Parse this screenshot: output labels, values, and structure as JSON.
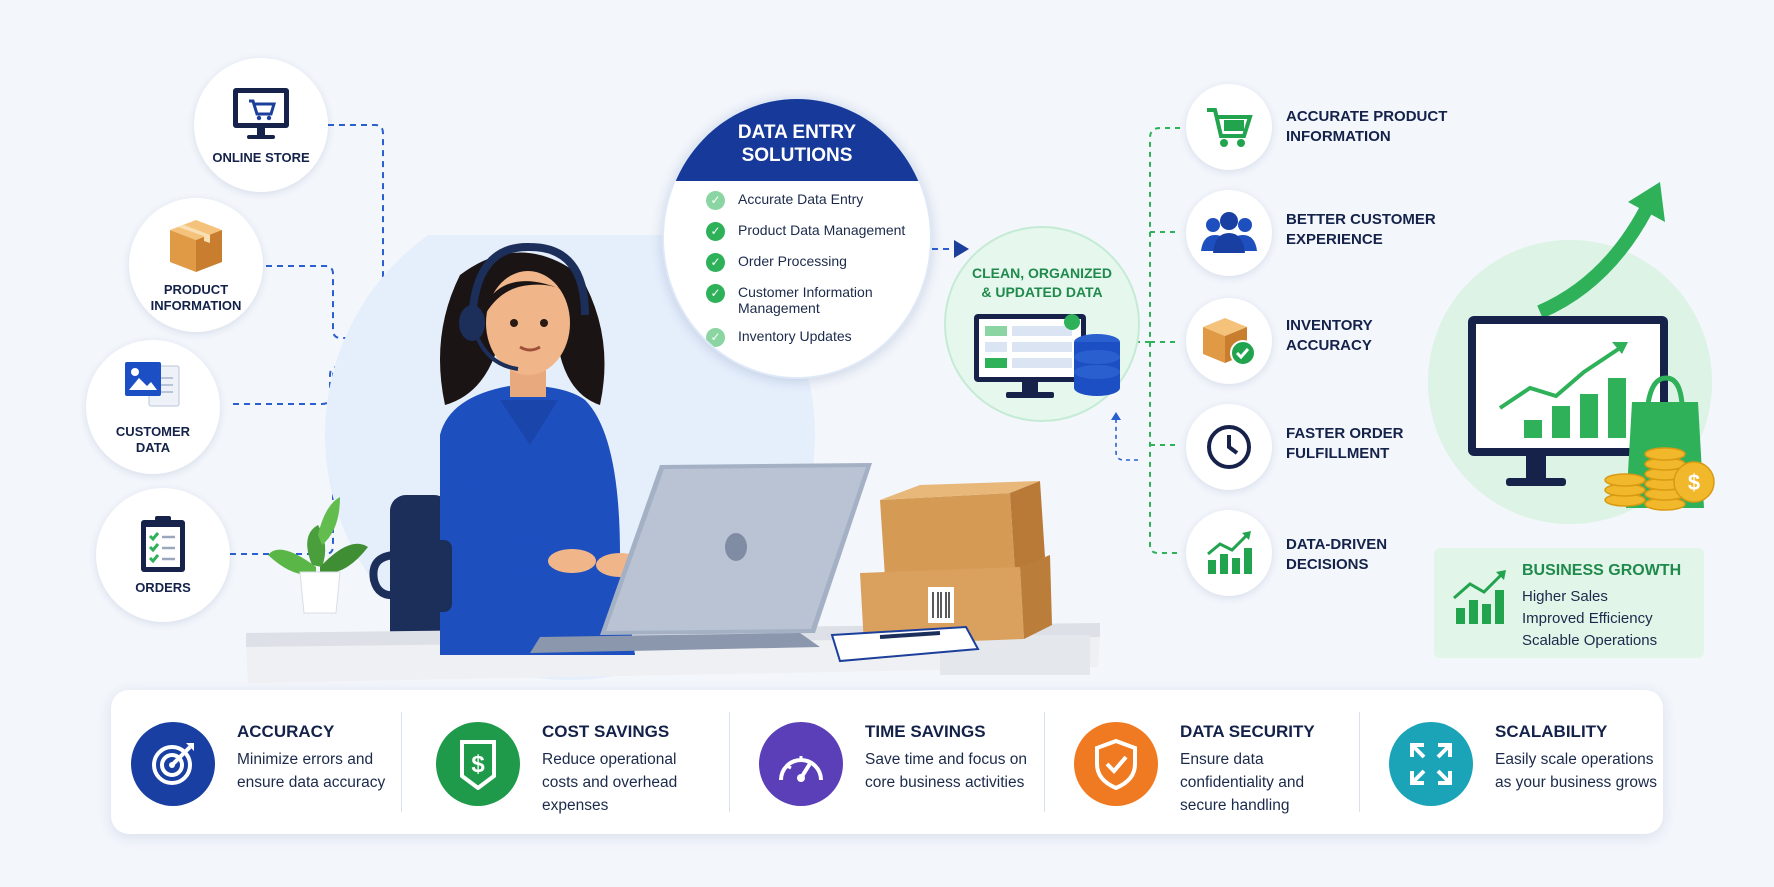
{
  "sources": [
    {
      "label": "Online Store",
      "icon": "monitor-cart-icon"
    },
    {
      "label": "Product Information",
      "icon": "box-icon"
    },
    {
      "label": "Customer Data",
      "icon": "documents-icon"
    },
    {
      "label": "Orders",
      "icon": "clipboard-icon"
    }
  ],
  "solutions": {
    "title_line1": "Data Entry",
    "title_line2": "Solutions",
    "items": [
      "Accurate Data Entry",
      "Product Data Management",
      "Order Processing",
      "Customer Information Management",
      "Inventory Updates"
    ]
  },
  "clean_data": {
    "title_line1": "Clean, Organized",
    "title_line2": "& Updated Data"
  },
  "benefits": [
    {
      "line1": "Accurate Product",
      "line2": "Information",
      "icon": "cart-icon"
    },
    {
      "line1": "Better Customer",
      "line2": "Experience",
      "icon": "users-icon"
    },
    {
      "line1": "Inventory",
      "line2": "Accuracy",
      "icon": "box-check-icon"
    },
    {
      "line1": "Faster Order",
      "line2": "Fulfillment",
      "icon": "clock-icon"
    },
    {
      "line1": "Data-Driven",
      "line2": "Decisions",
      "icon": "bar-chart-icon"
    }
  ],
  "growth": {
    "title": "Business Growth",
    "items": [
      "Higher Sales",
      "Improved Efficiency",
      "Scalable Operations"
    ]
  },
  "features": [
    {
      "title": "Accuracy",
      "desc": "Minimize errors and ensure data accuracy",
      "color": "#1a3fa3",
      "icon": "target-icon"
    },
    {
      "title": "Cost Savings",
      "desc": "Reduce operational costs and overhead expenses",
      "color": "#1f9a4a",
      "icon": "dollar-tag-icon"
    },
    {
      "title": "Time Savings",
      "desc": "Save time and focus on core business activities",
      "color": "#5b3fb8",
      "icon": "speedometer-icon"
    },
    {
      "title": "Data Security",
      "desc": "Ensure data confidentiality and secure handling",
      "color": "#f07a22",
      "icon": "shield-check-icon"
    },
    {
      "title": "Scalability",
      "desc": "Easily scale operations as your business grows",
      "color": "#1ba3b8",
      "icon": "expand-arrows-icon"
    }
  ],
  "colors": {
    "navy": "#16399a",
    "green": "#2fb15a",
    "background": "#f3f6fb"
  }
}
